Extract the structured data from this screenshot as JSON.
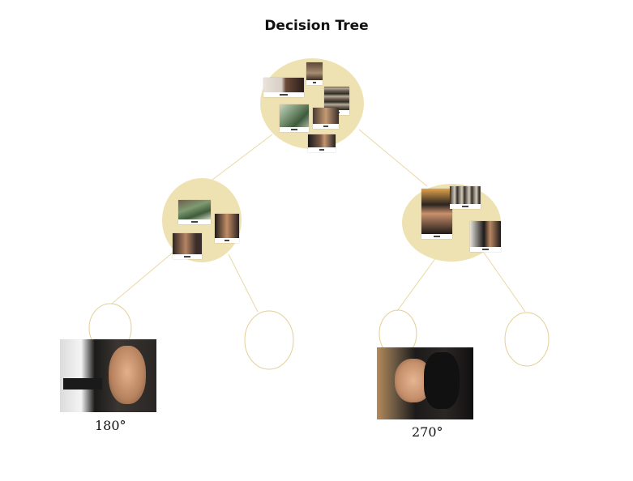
{
  "title": "Decision Tree",
  "colors": {
    "node_fill": "#efe2b2",
    "edge": "#e8d9a4",
    "empty_node_stroke": "#e3cf96"
  },
  "leaves": {
    "left": {
      "label": "180°"
    },
    "right": {
      "label": "270°"
    }
  }
}
